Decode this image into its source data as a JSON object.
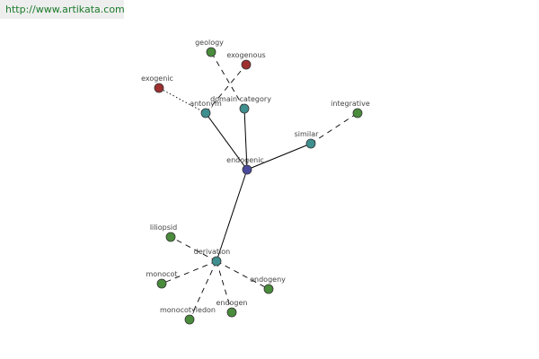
{
  "banner": {
    "url": "http://www.artikata.com"
  },
  "colors": {
    "center": "#4a4a9e",
    "relation": "#3f8f8f",
    "leaf_green": "#4a8c3c",
    "leaf_red": "#9e3030",
    "edge": "#000000"
  },
  "nodes": [
    {
      "id": "endogenic",
      "label": "endogenic",
      "kind": "center"
    },
    {
      "id": "antonym",
      "label": "antonym",
      "kind": "relation"
    },
    {
      "id": "domain_category",
      "label": "domain category",
      "kind": "relation"
    },
    {
      "id": "similar",
      "label": "similar",
      "kind": "relation"
    },
    {
      "id": "derivation",
      "label": "derivation",
      "kind": "relation"
    },
    {
      "id": "geology",
      "label": "geology",
      "kind": "leaf_green"
    },
    {
      "id": "exogenous",
      "label": "exogenous",
      "kind": "leaf_red"
    },
    {
      "id": "exogenic",
      "label": "exogenic",
      "kind": "leaf_red"
    },
    {
      "id": "integrative",
      "label": "integrative",
      "kind": "leaf_green"
    },
    {
      "id": "liliopsid",
      "label": "liliopsid",
      "kind": "leaf_green"
    },
    {
      "id": "monocot",
      "label": "monocot",
      "kind": "leaf_green"
    },
    {
      "id": "monocotyledon",
      "label": "monocotyledon",
      "kind": "leaf_green"
    },
    {
      "id": "endogen",
      "label": "endogen",
      "kind": "leaf_green"
    },
    {
      "id": "endogeny",
      "label": "endogeny",
      "kind": "leaf_green"
    }
  ],
  "edges": [
    {
      "from": "endogenic",
      "to": "antonym",
      "style": "solid"
    },
    {
      "from": "endogenic",
      "to": "domain_category",
      "style": "solid"
    },
    {
      "from": "endogenic",
      "to": "similar",
      "style": "solid"
    },
    {
      "from": "endogenic",
      "to": "derivation",
      "style": "solid"
    },
    {
      "from": "antonym",
      "to": "exogenous",
      "style": "dashed"
    },
    {
      "from": "antonym",
      "to": "exogenic",
      "style": "dotted"
    },
    {
      "from": "domain_category",
      "to": "geology",
      "style": "dashed"
    },
    {
      "from": "similar",
      "to": "integrative",
      "style": "dashed"
    },
    {
      "from": "derivation",
      "to": "liliopsid",
      "style": "dashed"
    },
    {
      "from": "derivation",
      "to": "monocot",
      "style": "dashed"
    },
    {
      "from": "derivation",
      "to": "monocotyledon",
      "style": "dashed"
    },
    {
      "from": "derivation",
      "to": "endogen",
      "style": "dashed"
    },
    {
      "from": "derivation",
      "to": "endogeny",
      "style": "dashed"
    }
  ]
}
